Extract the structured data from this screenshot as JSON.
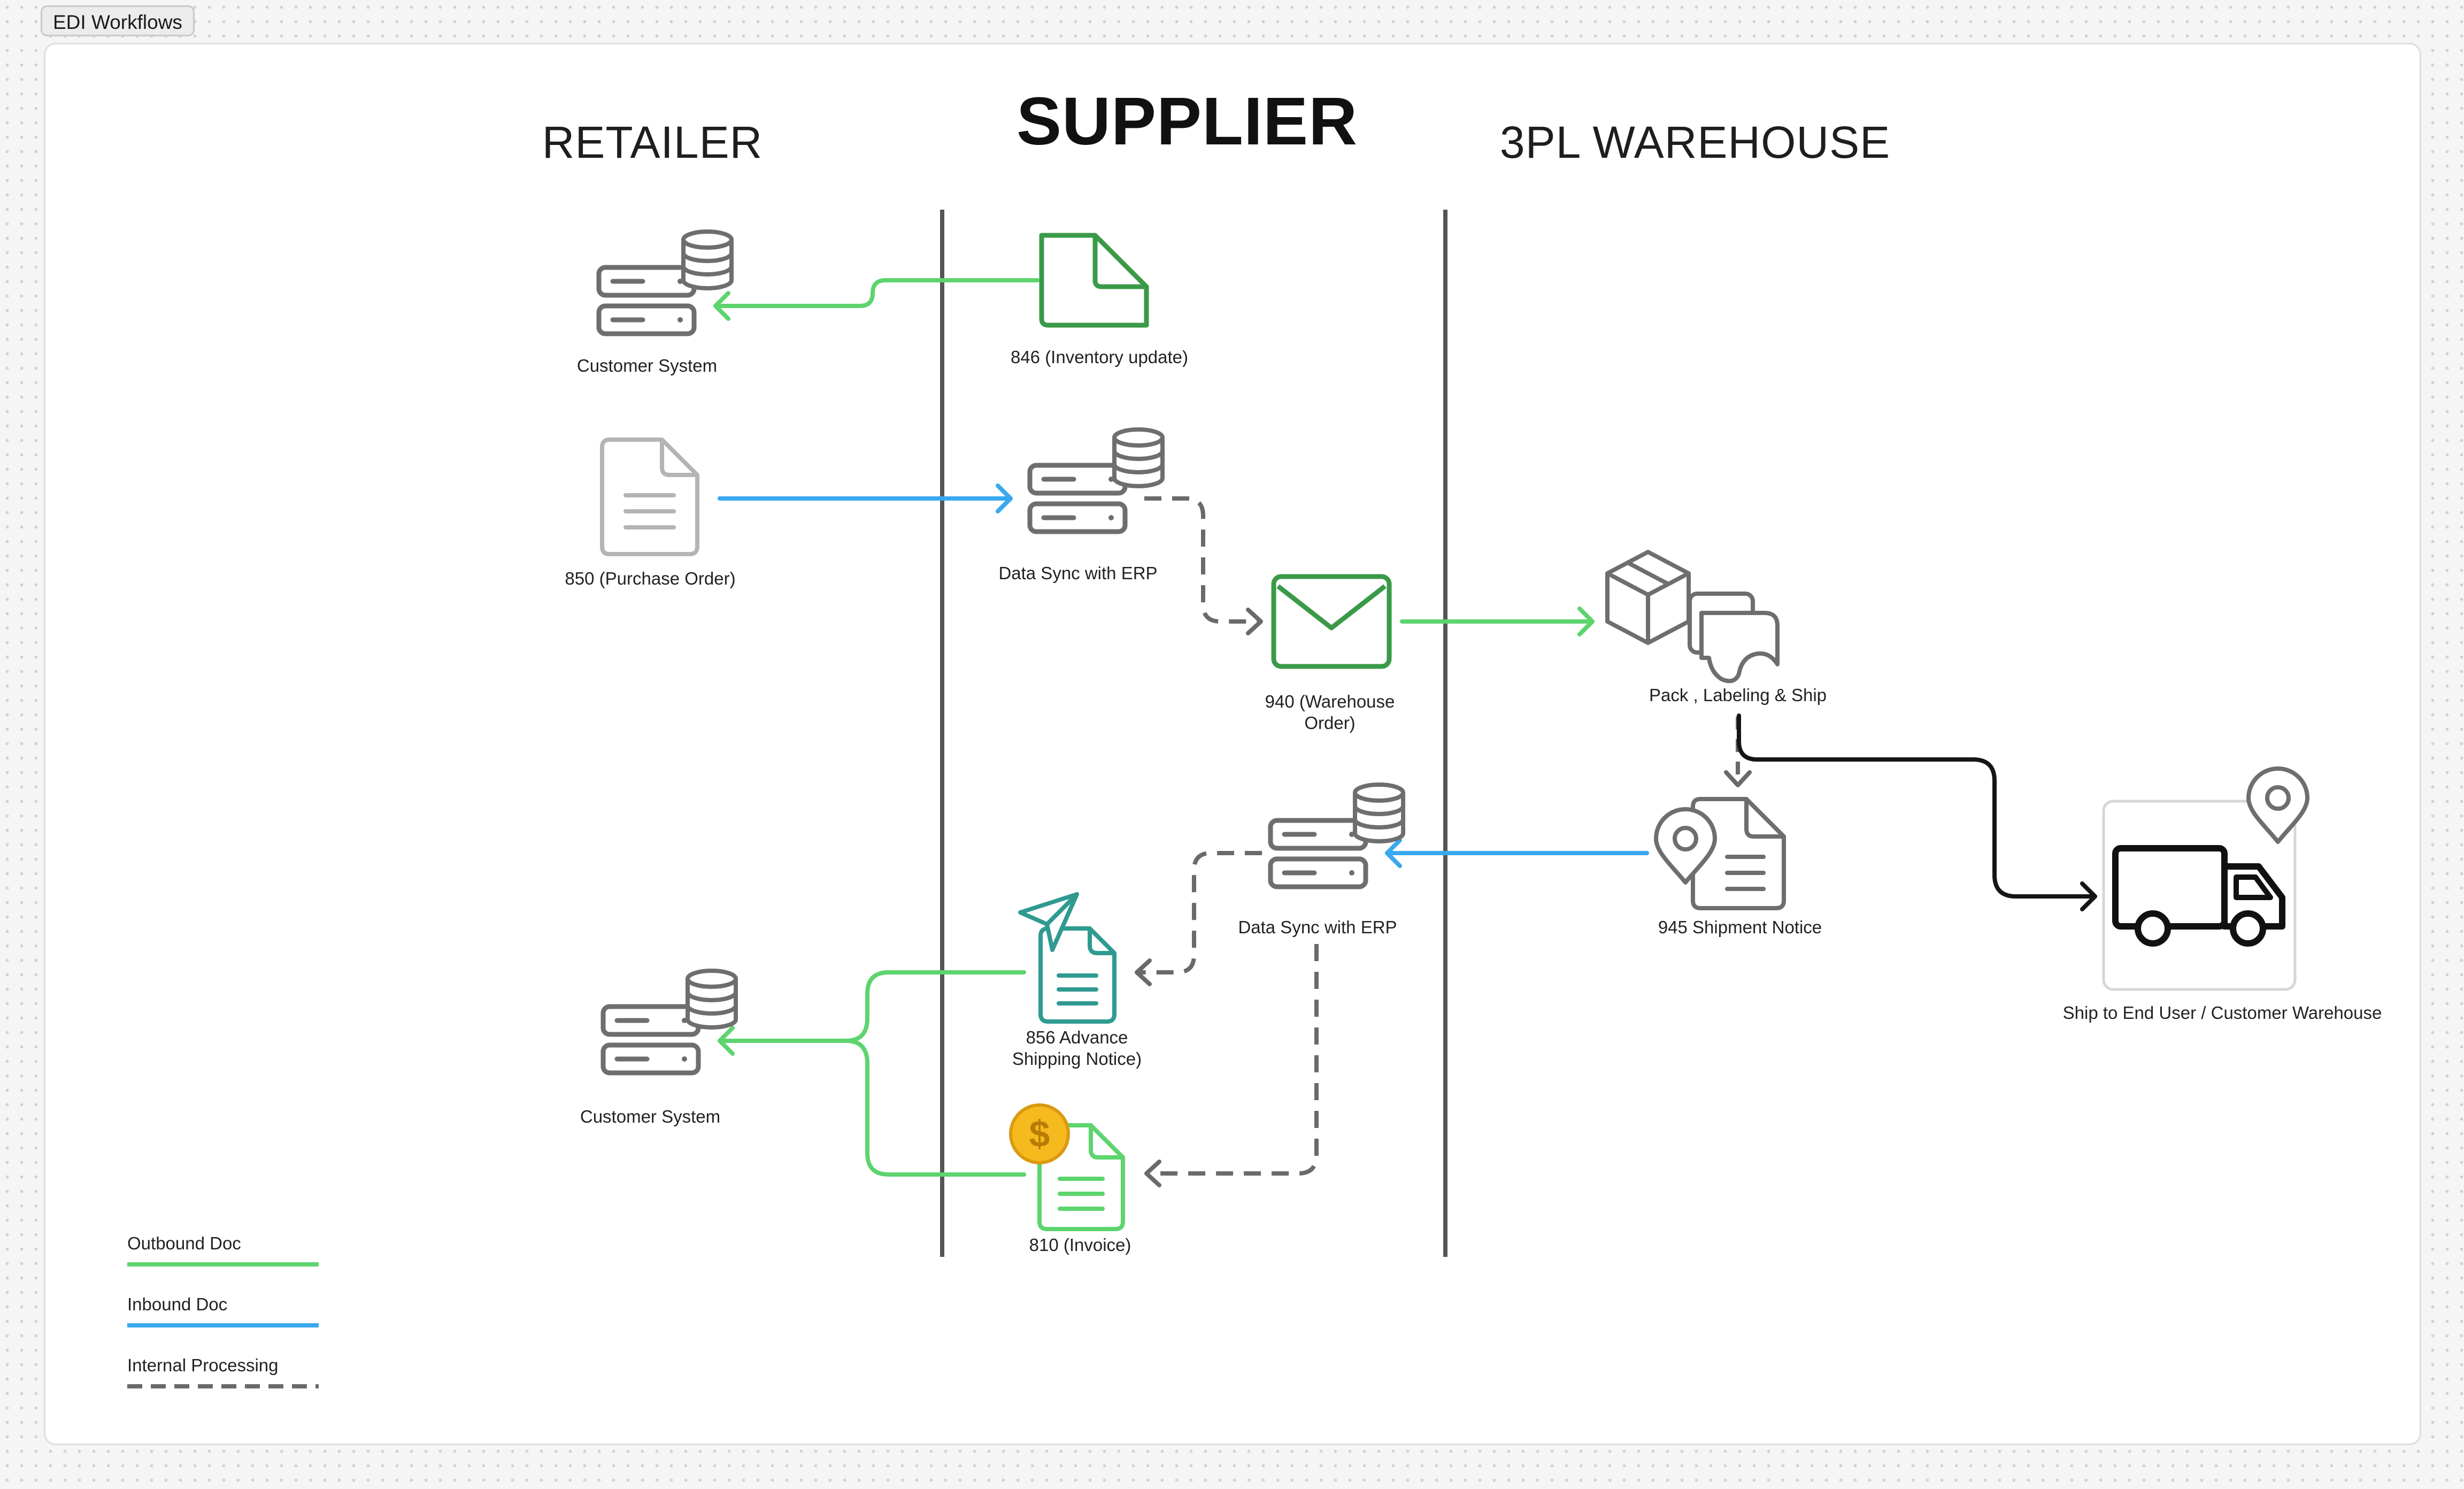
{
  "board": {
    "title": "EDI Workflows"
  },
  "lanes": {
    "retailer": "RETAILER",
    "supplier": "SUPPLIER",
    "warehouse": "3PL WAREHOUSE"
  },
  "nodes": {
    "customer_system_top": "Customer System",
    "doc_846": "846 (Inventory update)",
    "doc_850": "850 (Purchase Order)",
    "erp_sync_top": "Data Sync with ERP",
    "doc_940": "940 (Warehouse Order)",
    "pack_ship": "Pack , Labeling & Ship",
    "erp_sync_bottom": "Data Sync with ERP",
    "doc_945": "945 Shipment Notice",
    "doc_856": "856 Advance Shipping Notice)",
    "customer_system_bottom": "Customer System",
    "doc_810": "810 (Invoice)",
    "ship_end_user": "Ship to End User / Customer Warehouse"
  },
  "legend": {
    "outbound": {
      "label": "Outbound Doc",
      "color": "#5dd46e"
    },
    "inbound": {
      "label": "Inbound Doc",
      "color": "#3aa8ee"
    },
    "internal": {
      "label": "Internal Processing",
      "color": "#6a6a6a"
    }
  },
  "icons": {
    "server_database": "server-database-icon",
    "document": "document-icon",
    "envelope": "envelope-icon",
    "package": "package-icon",
    "location_pin": "location-pin-icon",
    "paper_plane": "paper-plane-icon",
    "dollar_coin": "dollar-coin-icon",
    "truck": "truck-icon"
  }
}
